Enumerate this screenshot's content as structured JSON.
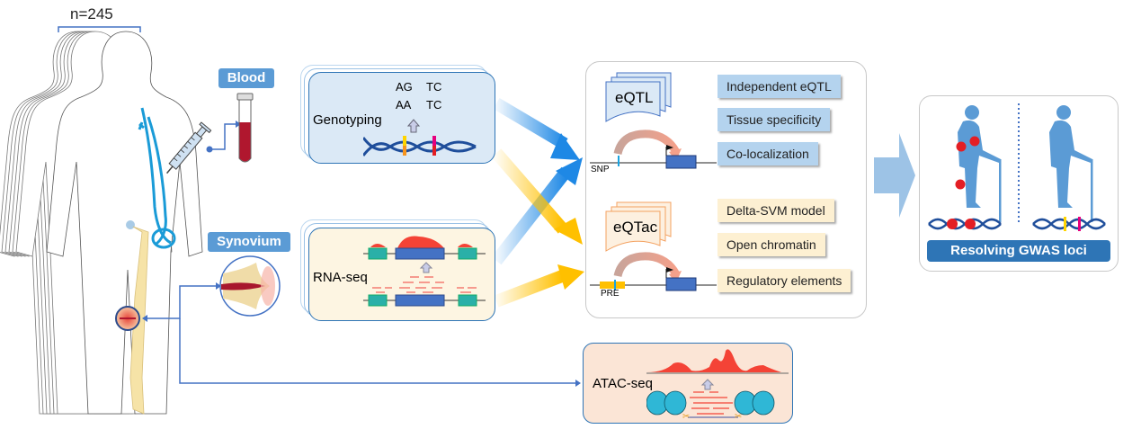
{
  "cohort": {
    "label": "n=245"
  },
  "sources": {
    "blood": "Blood",
    "synovium": "Synovium"
  },
  "assays": {
    "genotyping": {
      "label": "Genotyping",
      "alleles": [
        "AG",
        "TC",
        "AA",
        "TC"
      ]
    },
    "rnaseq": {
      "label": "RNA-seq"
    },
    "atacseq": {
      "label": "ATAC-seq"
    }
  },
  "analysis": {
    "eqtl": {
      "label": "eQTL",
      "variant_label": "SNP",
      "features": [
        "Independent eQTL",
        "Tissue specificity",
        "Co-localization"
      ]
    },
    "eqtac": {
      "label": "eQTac",
      "variant_label": "PRE",
      "features": [
        "Delta-SVM model",
        "Open chromatin",
        "Regulatory elements"
      ]
    }
  },
  "outcome": {
    "label": "Resolving GWAS loci"
  },
  "colors": {
    "tag_blue": "#5b9bd5",
    "card_border": "#2e75b6",
    "eqtl_arrow": "#1e88e5",
    "eqtac_arrow": "#ffc000",
    "signal_red": "#f44336",
    "figure_blue": "#5b9bd5",
    "outcome_bar": "#2e75b6"
  }
}
